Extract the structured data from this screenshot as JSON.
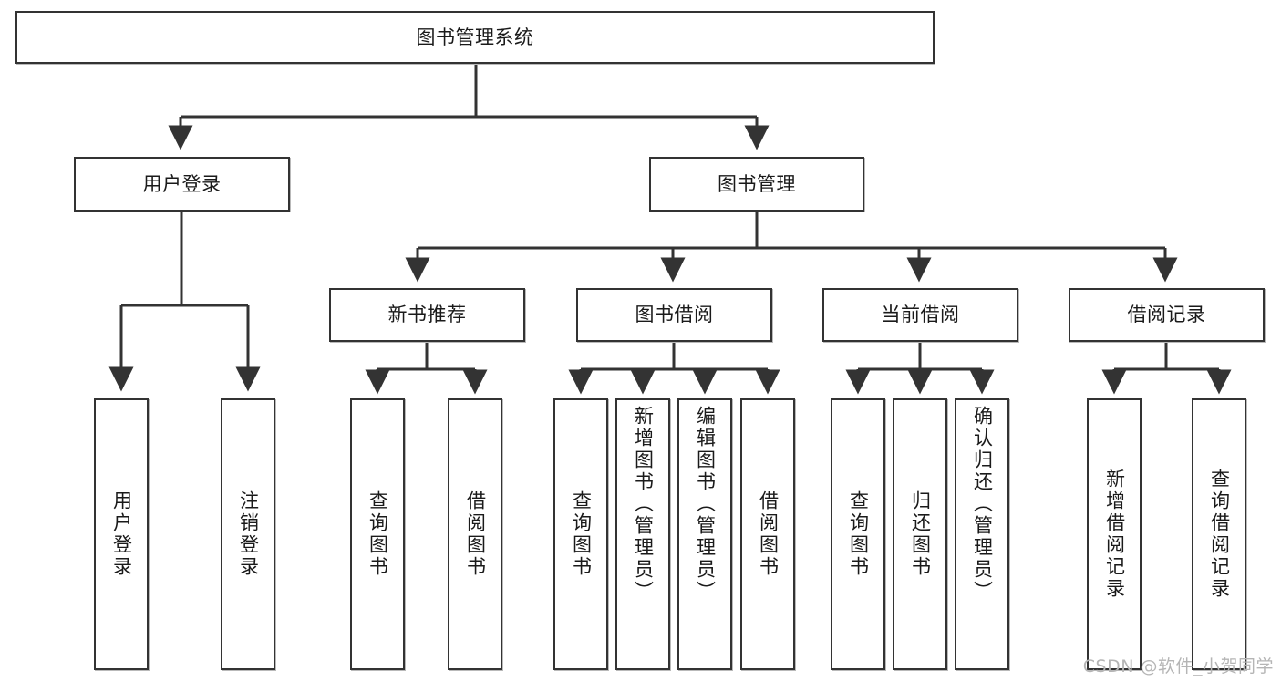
{
  "diagram": {
    "title": "图书管理系统",
    "type": "tree",
    "watermark": "CSDN @软件_小贺同学",
    "colors": {
      "background": "#ffffff",
      "node_border": "#333333",
      "node_fill": "#ffffff",
      "edge": "#333333",
      "text": "#1a1a1a",
      "watermark": "#b5b5b5"
    },
    "root": {
      "id": "root",
      "label": "图书管理系统",
      "orientation": "horizontal"
    },
    "level2": [
      {
        "id": "user-login",
        "label": "用户登录",
        "orientation": "horizontal"
      },
      {
        "id": "book-manage",
        "label": "图书管理",
        "orientation": "horizontal"
      }
    ],
    "level3": [
      {
        "id": "new-book-recommend",
        "label": "新书推荐",
        "orientation": "horizontal",
        "parent": "book-manage"
      },
      {
        "id": "book-borrow",
        "label": "图书借阅",
        "orientation": "horizontal",
        "parent": "book-manage"
      },
      {
        "id": "current-borrow",
        "label": "当前借阅",
        "orientation": "horizontal",
        "parent": "book-manage"
      },
      {
        "id": "borrow-record",
        "label": "借阅记录",
        "orientation": "horizontal",
        "parent": "book-manage"
      }
    ],
    "leaves": [
      {
        "id": "leaf-user-login",
        "label": "用户登录",
        "orientation": "vertical",
        "parent": "user-login"
      },
      {
        "id": "leaf-user-logout",
        "label": "注销登录",
        "orientation": "vertical",
        "parent": "user-login"
      },
      {
        "id": "leaf-query-book-1",
        "label": "查询图书",
        "orientation": "vertical",
        "parent": "new-book-recommend"
      },
      {
        "id": "leaf-borrow-book-1",
        "label": "借阅图书",
        "orientation": "vertical",
        "parent": "new-book-recommend"
      },
      {
        "id": "leaf-query-book-2",
        "label": "查询图书",
        "orientation": "vertical",
        "parent": "book-borrow"
      },
      {
        "id": "leaf-add-book",
        "label": "新增图书（管理员）",
        "orientation": "vertical",
        "parent": "book-borrow"
      },
      {
        "id": "leaf-edit-book",
        "label": "编辑图书（管理员）",
        "orientation": "vertical",
        "parent": "book-borrow"
      },
      {
        "id": "leaf-borrow-book-2",
        "label": "借阅图书",
        "orientation": "vertical",
        "parent": "book-borrow"
      },
      {
        "id": "leaf-query-book-3",
        "label": "查询图书",
        "orientation": "vertical",
        "parent": "current-borrow"
      },
      {
        "id": "leaf-return-book",
        "label": "归还图书",
        "orientation": "vertical",
        "parent": "current-borrow"
      },
      {
        "id": "leaf-confirm-return",
        "label": "确认归还（管理员）",
        "orientation": "vertical",
        "parent": "current-borrow"
      },
      {
        "id": "leaf-add-record",
        "label": "新增借阅记录",
        "orientation": "vertical",
        "parent": "borrow-record"
      },
      {
        "id": "leaf-query-record",
        "label": "查询借阅记录",
        "orientation": "vertical",
        "parent": "borrow-record"
      }
    ]
  }
}
